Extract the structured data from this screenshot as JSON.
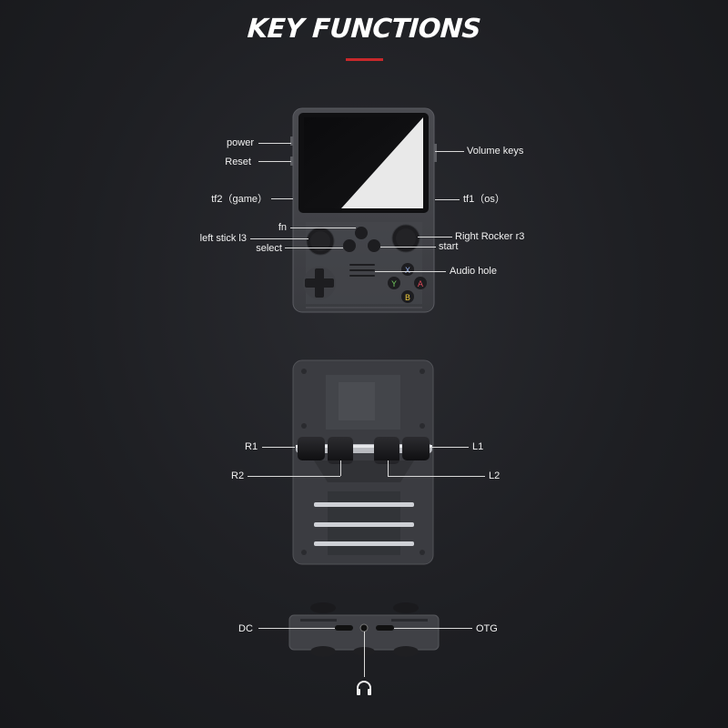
{
  "title": "KEY FUNCTIONS",
  "colors": {
    "accent": "#c8282b",
    "background": "#1e1f23",
    "line": "#d9d9d9"
  },
  "front_view": {
    "labels": {
      "power": "power",
      "reset": "Reset",
      "tf2": "tf2（game）",
      "fn": "fn",
      "left_stick": "left stick l3",
      "select": "select",
      "volume": "Volume keys",
      "tf1": "tf1（os）",
      "right_rocker": "Right Rocker r3",
      "start": "start",
      "audio": "Audio hole"
    },
    "face_buttons": {
      "x": "X",
      "y": "Y",
      "a": "A",
      "b": "B"
    }
  },
  "back_view": {
    "labels": {
      "r1": "R1",
      "r2": "R2",
      "l1": "L1",
      "l2": "L2"
    }
  },
  "bottom_view": {
    "labels": {
      "dc": "DC",
      "otg": "OTG"
    },
    "icon": "headphone-icon"
  }
}
